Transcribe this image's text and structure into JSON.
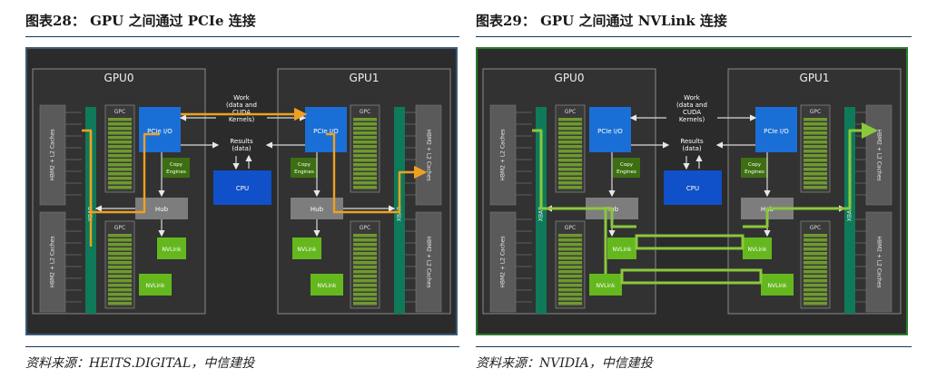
{
  "figures": [
    {
      "title": "图表28： GPU 之间通过 PCIe 连接",
      "source": "资料来源：HEITS.DIGITAL，中信建投",
      "highlight_color": "#f0a020",
      "outer_border_color": "#3c5a78"
    },
    {
      "title": "图表29： GPU 之间通过 NVLink 连接",
      "source": "资料来源：NVIDIA，中信建投",
      "highlight_color": "#8bc83c",
      "outer_border_color": "#2a7a2a"
    }
  ],
  "diagram": {
    "gpu0": "GPU0",
    "gpu1": "GPU1",
    "gpc": "GPC",
    "pcie": "PCIe I/O",
    "copy_line1": "Copy",
    "copy_line2": "Engines",
    "hub": "Hub",
    "nvlink": "NVLink",
    "cpu": "CPU",
    "xbar": "XBAR",
    "cache": "HBM2 + L2 Caches",
    "work_line1": "Work",
    "work_line2": "(data and",
    "work_line3": "CUDA",
    "work_line4": "Kernels)",
    "results_line1": "Results",
    "results_line2": "(data)"
  },
  "colors": {
    "pcie_blue": "#1a6fd6",
    "cpu_blue": "#1050c8",
    "nvlink_green": "#64b81e",
    "copy_green": "#3e6e12",
    "hub_gray": "#7d7d7d",
    "xbar_teal": "#0f7a5a",
    "panel_bg": "#2b2b2b",
    "gpu_bg": "#323232",
    "sm_green": "#6f9a2e"
  }
}
